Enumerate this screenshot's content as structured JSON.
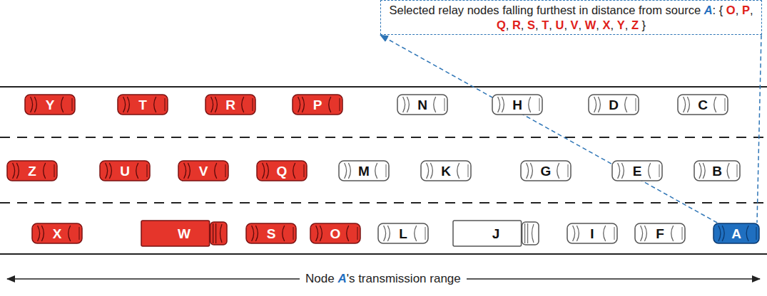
{
  "diagram": {
    "nodes": [
      {
        "text": [
          "Selected relay nodes falling furthest in distance from source A: { O, P, Q, R, S, T, U, V, W, X, Y, Z }"
        ]
      },
      {
        "text": [
          "Y"
        ]
      },
      {
        "text": [
          "T"
        ]
      },
      {
        "text": [
          "R"
        ]
      },
      {
        "text": [
          "P"
        ]
      },
      {
        "text": [
          "N"
        ]
      },
      {
        "text": [
          "H"
        ]
      },
      {
        "text": [
          "D"
        ]
      },
      {
        "text": [
          "C"
        ]
      },
      {
        "text": [
          "Z"
        ]
      },
      {
        "text": [
          "U"
        ]
      },
      {
        "text": [
          "V"
        ]
      },
      {
        "text": [
          "Q"
        ]
      },
      {
        "text": [
          "M"
        ]
      },
      {
        "text": [
          "K"
        ]
      },
      {
        "text": [
          "G"
        ]
      },
      {
        "text": [
          "E"
        ]
      },
      {
        "text": [
          "B"
        ]
      },
      {
        "text": [
          "X"
        ]
      },
      {
        "text": [
          "W"
        ]
      },
      {
        "text": [
          "S"
        ]
      },
      {
        "text": [
          "O"
        ]
      },
      {
        "text": [
          "L"
        ]
      },
      {
        "text": [
          "J"
        ]
      },
      {
        "text": [
          "I"
        ]
      },
      {
        "text": [
          "F"
        ]
      },
      {
        "text": [
          "A"
        ]
      }
    ],
    "edges": [
      {
        "from": 26,
        "to": 0,
        "arrow": "to"
      }
    ],
    "labels": [
      "Node A's transmission range"
    ]
  }
}
